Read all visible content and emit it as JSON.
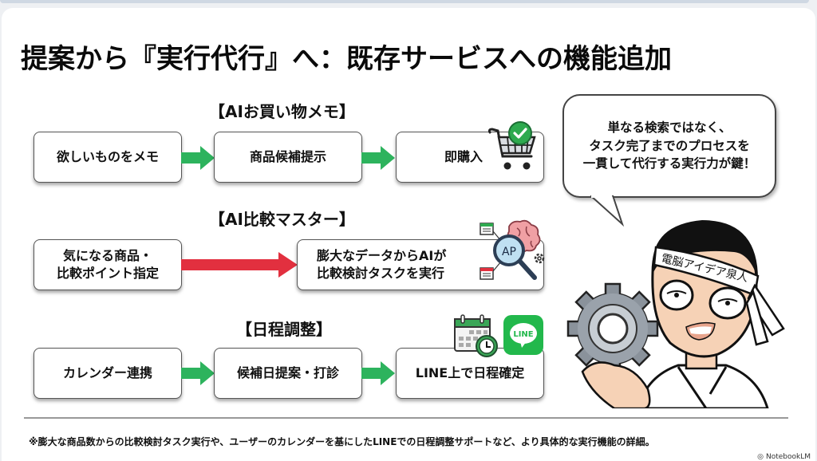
{
  "title": "提案から『実行代行』へ：既存サービスへの機能追加",
  "sections": [
    {
      "label": "【AIお買い物メモ】",
      "steps": [
        "欲しいものをメモ",
        "商品候補提示",
        "即購入"
      ],
      "arrow_color": "#2db35d",
      "icons": [
        "shopping-cart-icon",
        "check-badge-icon"
      ]
    },
    {
      "label": "【AI比較マスター】",
      "steps": [
        "気になる商品・\n比較ポイント指定",
        "膨大なデータからAIが\n比較検討タスクを実行"
      ],
      "steps_lines": [
        [
          "気になる商品・",
          "比較ポイント指定"
        ],
        [
          "膨大なデータからAIが",
          "比較検討タスクを実行"
        ]
      ],
      "arrow_color": "#e2303f",
      "icons": [
        "ai-magnifier-brain-icon"
      ],
      "icon_text": "AP"
    },
    {
      "label": "【日程調整】",
      "steps": [
        "カレンダー連携",
        "候補日提案・打診",
        "LINE上で日程確定"
      ],
      "arrow_color": "#2db35d",
      "icons": [
        "calendar-clock-icon",
        "line-app-icon"
      ],
      "line_icon_text": "LINE"
    }
  ],
  "bubble": {
    "lines": [
      "単なる検索ではなく、",
      "タスク完了までのプロセスを",
      "一貫して代行する実行力が鍵！"
    ]
  },
  "character": {
    "headband_text": "電脳アイデア泉人"
  },
  "footnote": "※膨大な商品数からの比較検討タスク実行や、ユーザーのカレンダーを基にしたLINEでの日程調整サポートなど、より具体的な実行機能の詳細。",
  "brand": "NotebookLM",
  "colors": {
    "green_arrow": "#2db35d",
    "red_arrow": "#e2303f",
    "line_green": "#22b84c"
  }
}
